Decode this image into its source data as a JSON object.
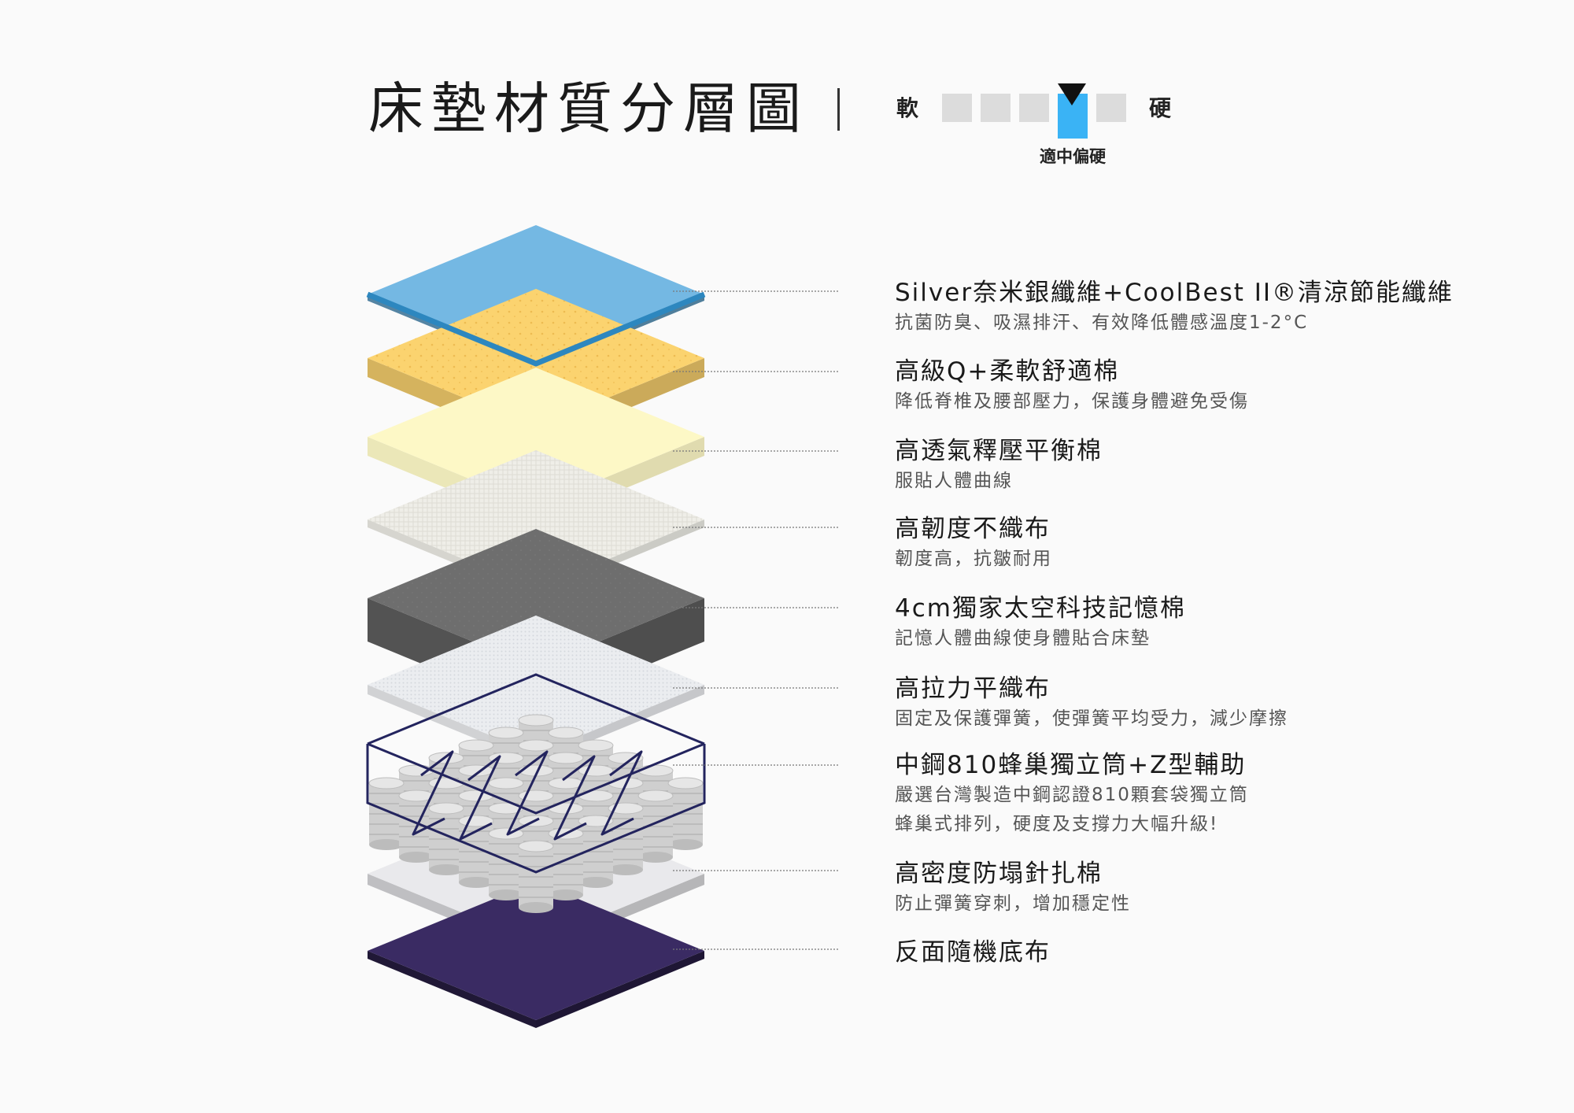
{
  "title": "床墊材質分層圖",
  "firmness": {
    "soft_label": "軟",
    "hard_label": "硬",
    "levels": 5,
    "selected_level": 4,
    "selected_label": "適中偏硬",
    "active_color": "#3ab3f5",
    "inactive_color": "#dcdcdc"
  },
  "layers": [
    {
      "name": "Silver奈米銀纖維+CoolBest II®清涼節能纖維",
      "desc": [
        "抗菌防臭、吸濕排汗、有效降低體感溫度1-2°C"
      ],
      "color": "#74b8e3"
    },
    {
      "name": "高級Q+柔軟舒適棉",
      "desc": [
        "降低脊椎及腰部壓力，保護身體避免受傷"
      ],
      "color": "#fbd36f"
    },
    {
      "name": "高透氣釋壓平衡棉",
      "desc": [
        "服貼人體曲線"
      ],
      "color": "#fdf8c6"
    },
    {
      "name": "高韌度不織布",
      "desc": [
        "韌度高，抗皺耐用"
      ],
      "color": "#eeede6"
    },
    {
      "name": "4cm獨家太空科技記憶棉",
      "desc": [
        "記憶人體曲線使身體貼合床墊"
      ],
      "color": "#6e6e6e"
    },
    {
      "name": "高拉力平織布",
      "desc": [
        "固定及保護彈簧，使彈簧平均受力，減少摩擦"
      ],
      "color": "#e8e9ec"
    },
    {
      "name": "中鋼810蜂巢獨立筒+Z型輔助",
      "desc": [
        "嚴選台灣製造中鋼認證810顆套袋獨立筒",
        "蜂巢式排列，硬度及支撐力大幅升級!"
      ],
      "color": "#d9d9d9"
    },
    {
      "name": "高密度防塌針扎棉",
      "desc": [
        "防止彈簧穿刺，增加穩定性"
      ],
      "color": "#e9e9ec"
    },
    {
      "name": "反面隨機底布",
      "desc": [],
      "color": "#3a2b63"
    }
  ]
}
